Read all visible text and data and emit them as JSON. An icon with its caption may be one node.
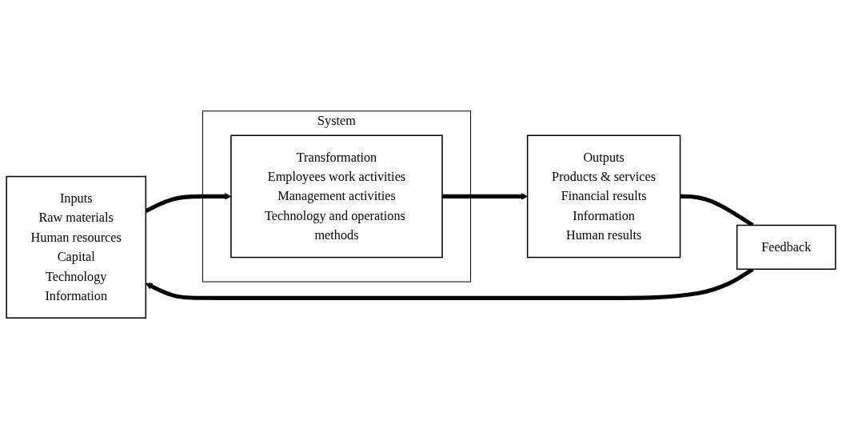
{
  "diagram": {
    "nodes": [
      {
        "text": [
          "Inputs",
          "Raw materials",
          "Human resources",
          "Capital",
          "Technology",
          "Information"
        ]
      },
      {
        "text": [
          "System"
        ]
      },
      {
        "text": [
          "Transformation",
          "Employees work activities",
          "Management activities",
          "Technology and operations methods"
        ],
        "in": 1
      },
      {
        "text": [
          "Outputs",
          "Products & services",
          "Financial results",
          "Information",
          "Human results"
        ]
      },
      {
        "text": [
          "Feedback"
        ]
      }
    ],
    "edges": [
      {
        "from": 0,
        "to": 2,
        "arrow": "to"
      },
      {
        "from": 2,
        "to": 3,
        "arrow": "to"
      },
      {
        "from": 3,
        "to": 4,
        "arrow": "none"
      },
      {
        "from": 4,
        "to": 0,
        "arrow": "to"
      }
    ]
  }
}
